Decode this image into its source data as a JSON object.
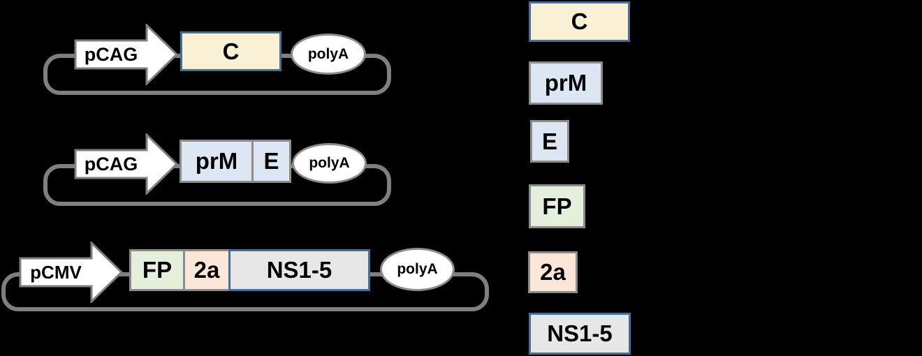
{
  "figure": {
    "background": "#000000",
    "type": "plasmid-construct-diagram"
  },
  "colors": {
    "backbone": "#7f7f7f",
    "promoter_fill": "#ffffff",
    "promoter_border": "#7f7f7f",
    "terminator_fill": "#ffffff",
    "terminator_border": "#8c8c8c",
    "gray_border": "#8c8c8c",
    "blue_border": "#41719c",
    "text": "#000000"
  },
  "constructs": [
    {
      "promoter": {
        "label": "pCAG"
      },
      "genes": [
        {
          "label": "C",
          "fill": "#faf0d5",
          "border": "#41719c"
        }
      ],
      "terminator": {
        "label": "polyA"
      }
    },
    {
      "promoter": {
        "label": "pCAG"
      },
      "genes": [
        {
          "label": "prM",
          "fill": "#dce7f3",
          "border": "#8c8c8c"
        },
        {
          "label": "E",
          "fill": "#dce7f3",
          "border": "#8c8c8c"
        }
      ],
      "terminator": {
        "label": "polyA"
      }
    },
    {
      "promoter": {
        "label": "pCMV"
      },
      "genes": [
        {
          "label": "FP",
          "fill": "#e4efdc",
          "border": "#8c8c8c"
        },
        {
          "label": "2a",
          "fill": "#fbe6d7",
          "border": "#8c8c8c"
        },
        {
          "label": "NS1-5",
          "fill": "#e8e7e7",
          "border": "#41719c"
        }
      ],
      "terminator": {
        "label": "polyA"
      }
    }
  ],
  "legend": {
    "items": [
      {
        "label": "C",
        "fill": "#faf0d5",
        "border": "#41719c"
      },
      {
        "label": "prM",
        "fill": "#dce7f3",
        "border": "#8c8c8c"
      },
      {
        "label": "E",
        "fill": "#dce7f3",
        "border": "#8c8c8c"
      },
      {
        "label": "FP",
        "fill": "#e4efdc",
        "border": "#8c8c8c"
      },
      {
        "label": "2a",
        "fill": "#fbe6d7",
        "border": "#8c8c8c"
      },
      {
        "label": "NS1-5",
        "fill": "#e8e7e7",
        "border": "#41719c"
      }
    ]
  }
}
